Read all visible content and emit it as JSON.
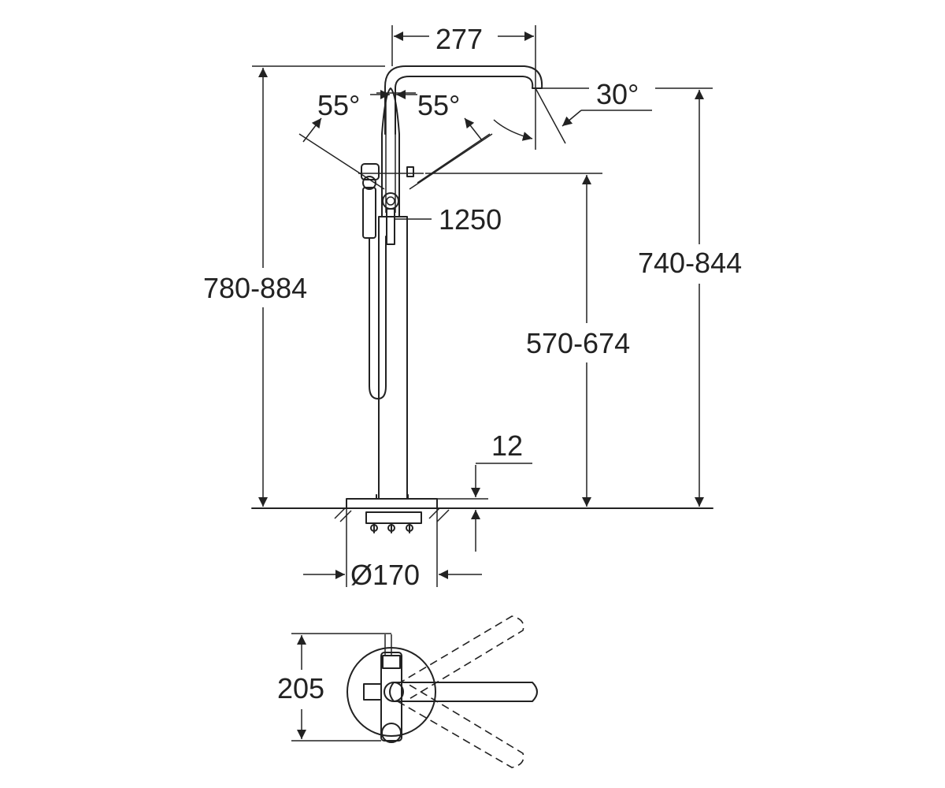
{
  "dimensions": {
    "spout_reach": "277",
    "spout_angle": "30°",
    "handle_angle_left": "55°",
    "handle_angle_right": "55°",
    "hose_length": "1250",
    "total_height": "780-884",
    "spout_outlet_height": "740-844",
    "handle_height": "570-674",
    "base_thickness": "12",
    "base_diameter": "Ø170",
    "top_view_depth": "205"
  },
  "colors": {
    "line": "#222222",
    "background": "#ffffff"
  }
}
